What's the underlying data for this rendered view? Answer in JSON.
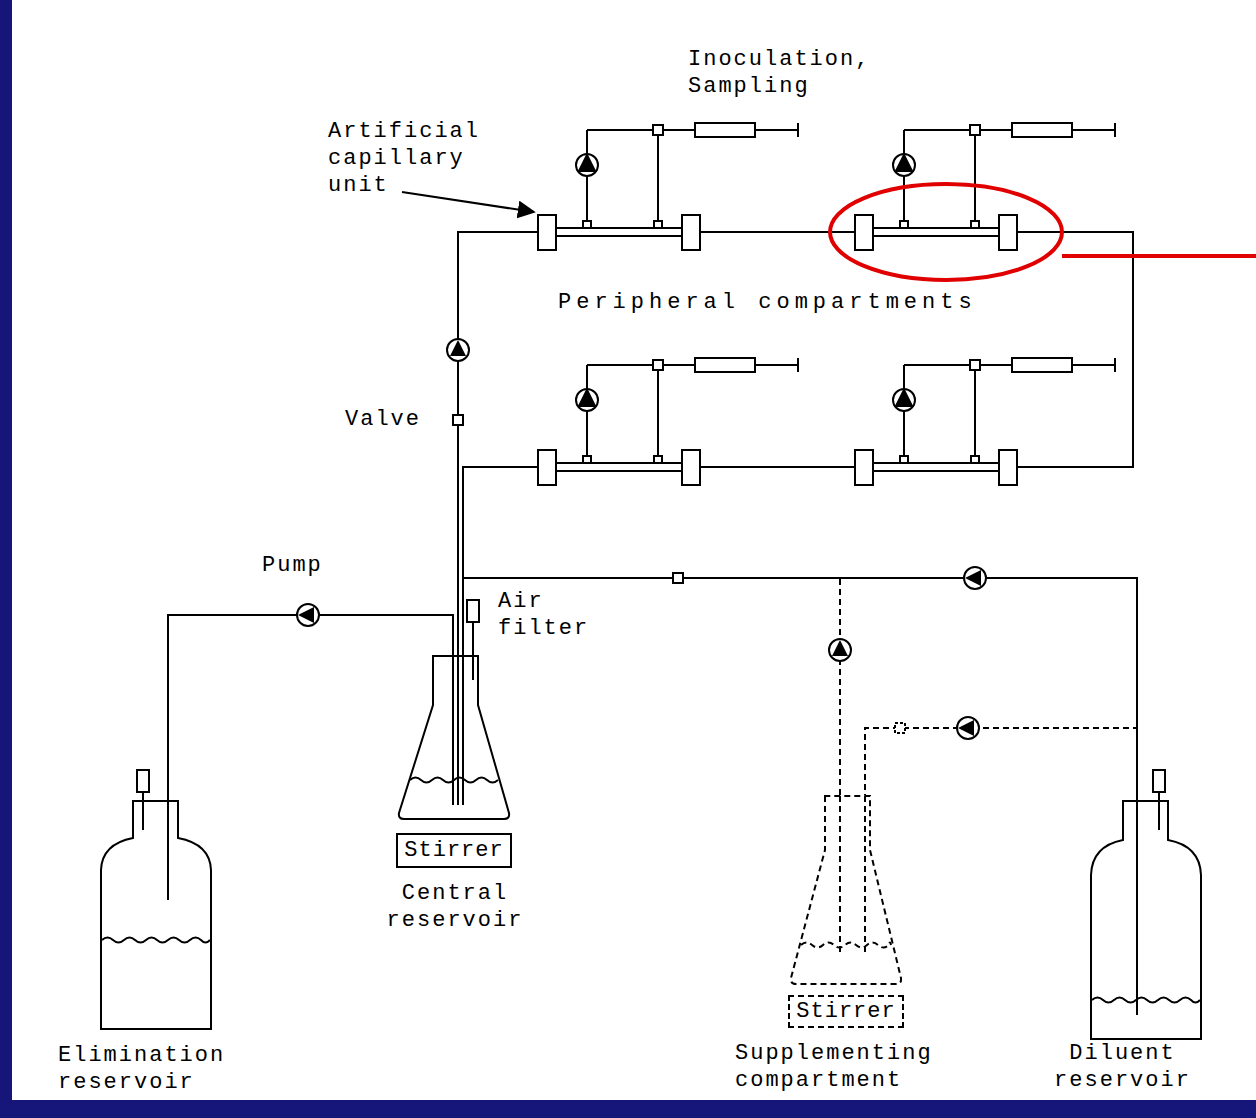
{
  "diagram": {
    "nodes": [
      {
        "text": [
          "Elimination reservoir"
        ]
      },
      {
        "text": [
          "Central reservoir"
        ]
      },
      {
        "text": [
          "Stirrer"
        ]
      },
      {
        "text": [
          "Supplementing compartment"
        ]
      },
      {
        "text": [
          "Stirrer"
        ]
      },
      {
        "text": [
          "Diluent reservoir"
        ]
      }
    ],
    "edges": [
      {
        "from": 1,
        "to": 0,
        "arrow": "none"
      },
      {
        "from": 5,
        "to": 1,
        "arrow": "none"
      },
      {
        "from": 5,
        "to": 3,
        "arrow": "none"
      },
      {
        "from": 3,
        "to": 1,
        "arrow": "none"
      }
    ],
    "labels": [
      "Inoculation, Sampling",
      "Artificial capillary unit",
      "Peripheral compartments",
      "Valve",
      "Pump",
      "Air filter"
    ]
  }
}
